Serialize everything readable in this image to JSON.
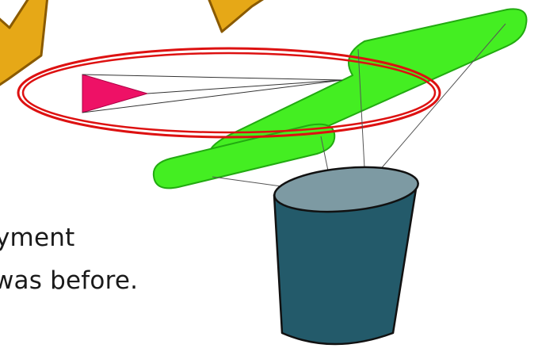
{
  "caption": {
    "line1": "yment",
    "line2": "was before."
  },
  "colors": {
    "gold_fill": "#e6a817",
    "gold_stroke": "#8a5a00",
    "green_fill": "#44ee22",
    "green_stroke": "#22aa11",
    "ellipse_stroke": "#dd1111",
    "triangle_fill": "#ee1166",
    "cylinder_top": "#7d9aa3",
    "cylinder_body": "#235a6a",
    "cylinder_stroke": "#111111",
    "connector_stroke": "#555555",
    "text": "#1a1a1a"
  },
  "icons": [
    "gold-star-point",
    "pink-triangle-marker",
    "database-cylinder"
  ]
}
